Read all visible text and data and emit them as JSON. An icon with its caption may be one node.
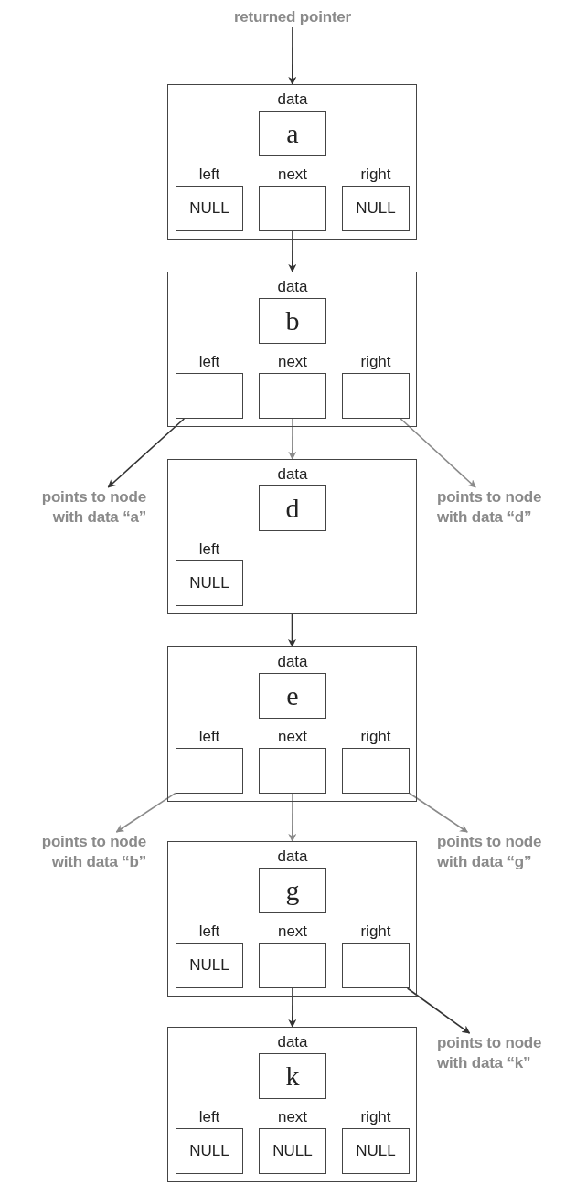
{
  "diagram": {
    "nodes": [
      {
        "text": [
          "returned pointer"
        ]
      },
      {
        "text": [],
        "shape": "box"
      },
      {
        "text": [
          "data",
          "a"
        ],
        "in": 1
      },
      {
        "text": [
          "left",
          "NULL"
        ],
        "in": 1
      },
      {
        "text": [
          "next"
        ],
        "in": 1
      },
      {
        "text": [
          "right",
          "NULL"
        ],
        "in": 1
      },
      {
        "text": [],
        "shape": "box"
      },
      {
        "text": [
          "data",
          "b"
        ],
        "in": 6
      },
      {
        "text": [
          "left"
        ],
        "in": 6
      },
      {
        "text": [
          "next"
        ],
        "in": 6
      },
      {
        "text": [
          "right"
        ],
        "in": 6
      },
      {
        "text": [
          "points to node with data “a”"
        ]
      },
      {
        "text": [
          "points to node with data “d”"
        ]
      },
      {
        "text": [],
        "shape": "box"
      },
      {
        "text": [
          "data",
          "d"
        ],
        "in": 13
      },
      {
        "text": [
          "left",
          "NULL"
        ],
        "in": 13
      },
      {
        "text": [],
        "shape": "box"
      },
      {
        "text": [
          "data",
          "e"
        ],
        "in": 16
      },
      {
        "text": [
          "left"
        ],
        "in": 16
      },
      {
        "text": [
          "next"
        ],
        "in": 16
      },
      {
        "text": [
          "right"
        ],
        "in": 16
      },
      {
        "text": [
          "points to node with data “b”"
        ]
      },
      {
        "text": [
          "points to node with data “g”"
        ]
      },
      {
        "text": [],
        "shape": "box"
      },
      {
        "text": [
          "data",
          "g"
        ],
        "in": 23
      },
      {
        "text": [
          "left",
          "NULL"
        ],
        "in": 23
      },
      {
        "text": [
          "next"
        ],
        "in": 23
      },
      {
        "text": [
          "right"
        ],
        "in": 23
      },
      {
        "text": [
          "points to node with data “k”"
        ]
      },
      {
        "text": [],
        "shape": "box"
      },
      {
        "text": [
          "data",
          "k"
        ],
        "in": 29
      },
      {
        "text": [
          "left",
          "NULL"
        ],
        "in": 29
      },
      {
        "text": [
          "next",
          "NULL"
        ],
        "in": 29
      },
      {
        "text": [
          "right",
          "NULL"
        ],
        "in": 29
      }
    ],
    "edges": [
      {
        "from": 0,
        "to": 1,
        "arrow": "to"
      },
      {
        "from": 4,
        "to": 6,
        "arrow": "to"
      },
      {
        "from": 8,
        "to": 11,
        "arrow": "to"
      },
      {
        "from": 9,
        "to": 13,
        "arrow": "to",
        "color": "#8a8a8a"
      },
      {
        "from": 10,
        "to": 12,
        "arrow": "to",
        "color": "#8a8a8a"
      },
      {
        "from": 13,
        "to": 16,
        "arrow": "to"
      },
      {
        "from": 18,
        "to": 21,
        "arrow": "to",
        "color": "#8a8a8a"
      },
      {
        "from": 19,
        "to": 23,
        "arrow": "to",
        "color": "#8a8a8a"
      },
      {
        "from": 20,
        "to": 22,
        "arrow": "to",
        "color": "#8a8a8a"
      },
      {
        "from": 27,
        "to": 28,
        "arrow": "to"
      },
      {
        "from": 26,
        "to": 29,
        "arrow": "to"
      }
    ]
  }
}
